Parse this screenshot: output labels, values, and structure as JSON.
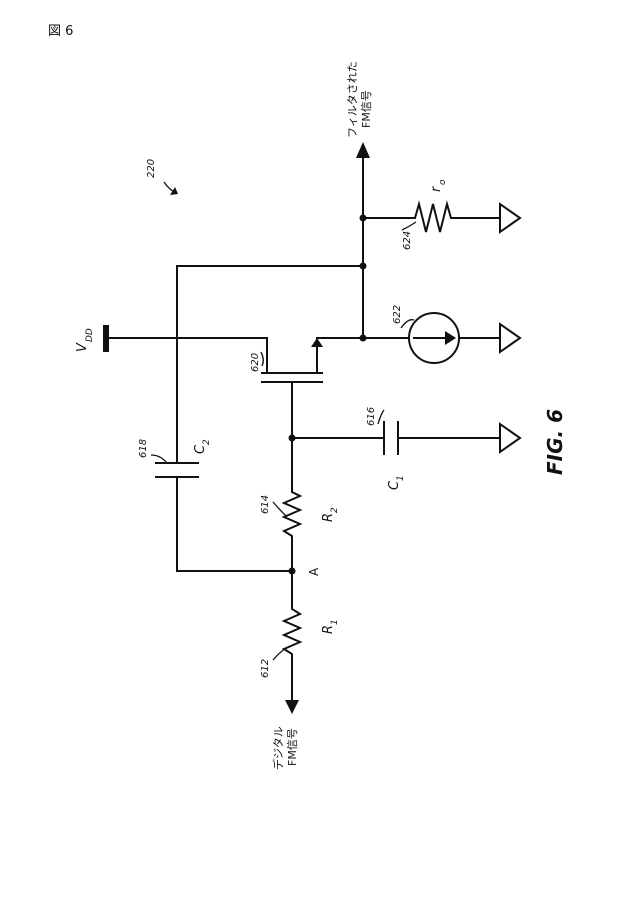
{
  "figure_header": "図 6",
  "figure_caption": "FIG. 6",
  "circuit_ref": "220",
  "node_a": "A",
  "vdd": {
    "main": "V",
    "sub": "DD"
  },
  "input_label": {
    "line1": "デジタル",
    "line2": "FM信号"
  },
  "output_label": {
    "line1": "フィルタされた",
    "line2": "FM信号"
  },
  "components": {
    "r1": {
      "ref": "612",
      "main": "R",
      "sub": "1"
    },
    "r2": {
      "ref": "614",
      "main": "R",
      "sub": "2"
    },
    "c1": {
      "ref": "616",
      "main": "C",
      "sub": "1"
    },
    "c2": {
      "ref": "618",
      "main": "C",
      "sub": "2"
    },
    "transistor": {
      "ref": "620"
    },
    "current_source": {
      "ref": "622"
    },
    "ro": {
      "ref": "624",
      "main": "r",
      "sub": "o"
    }
  }
}
